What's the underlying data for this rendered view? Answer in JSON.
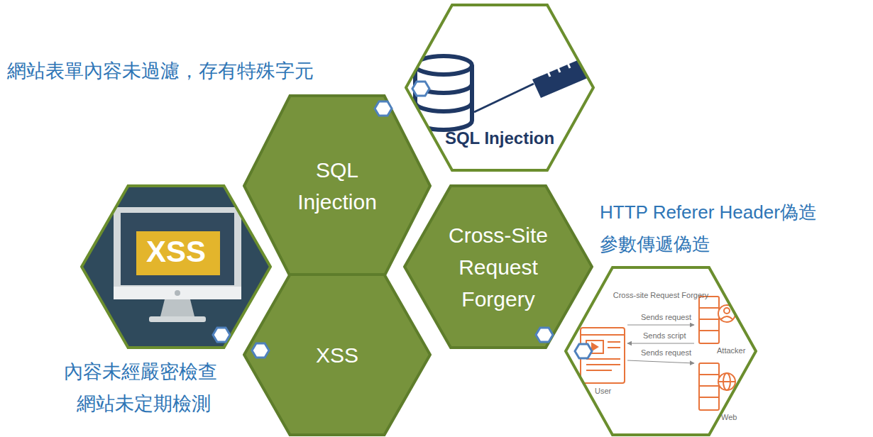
{
  "diagram": {
    "nodes": [
      {
        "text": [
          "SQL Injection"
        ]
      },
      {
        "text": [
          "SQL Injection"
        ]
      },
      {
        "text": [
          "XSS"
        ]
      },
      {
        "text": [
          "Cross-Site Request Forgery"
        ]
      },
      {
        "text": [
          "Cross-site Request Forgery"
        ]
      },
      {
        "text": [
          "XSS"
        ]
      }
    ],
    "labels": [
      "網站表單內容未過濾，存有特殊字元",
      "HTTP Referer Header偽造",
      "參數傳遞偽造",
      "內容未經嚴密檢查",
      "網站未定期檢測",
      "Sends request",
      "Sends script",
      "Sends request",
      "User",
      "Attacker",
      "Web"
    ]
  }
}
